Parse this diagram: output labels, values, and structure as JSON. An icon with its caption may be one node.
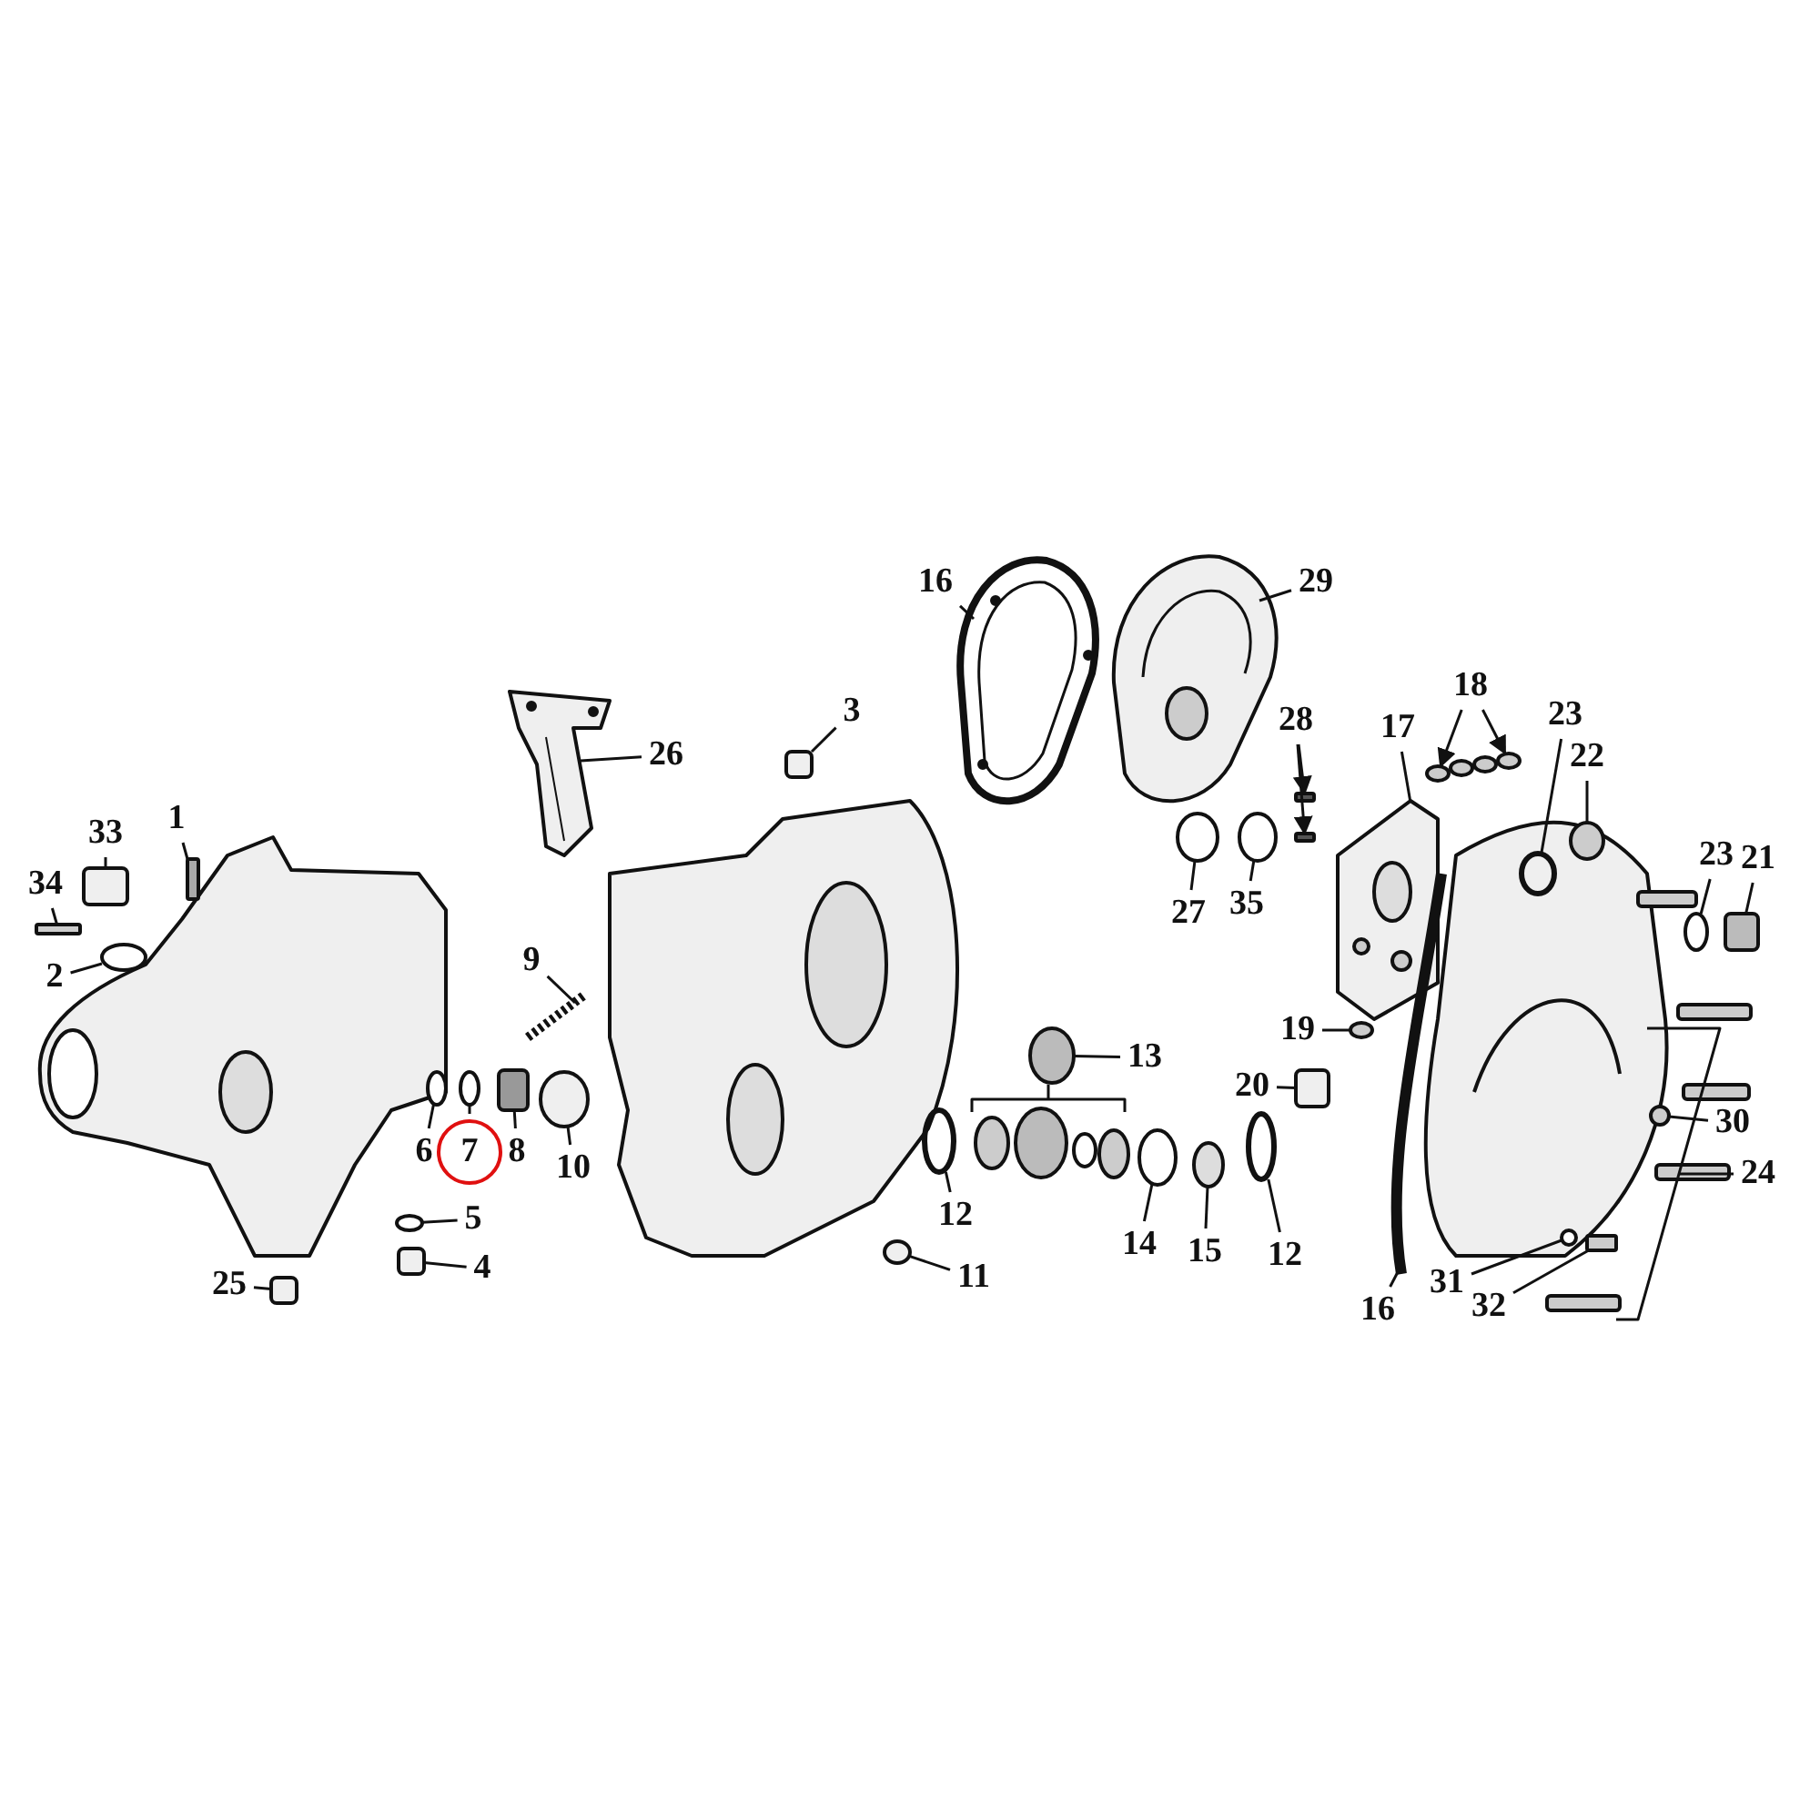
{
  "diagram": {
    "nodes": [
      {
        "text": [
          "16"
        ]
      },
      {
        "text": [
          "29"
        ]
      },
      {
        "text": [
          "18"
        ]
      },
      {
        "text": [
          "3"
        ]
      },
      {
        "text": [
          "28"
        ]
      },
      {
        "text": [
          "17"
        ]
      },
      {
        "text": [
          "23"
        ]
      },
      {
        "text": [
          "26"
        ]
      },
      {
        "text": [
          "22"
        ]
      },
      {
        "text": [
          "1"
        ]
      },
      {
        "text": [
          "33"
        ]
      },
      {
        "text": [
          "23"
        ]
      },
      {
        "text": [
          "21"
        ]
      },
      {
        "text": [
          "34"
        ]
      },
      {
        "text": [
          "27"
        ]
      },
      {
        "text": [
          "35"
        ]
      },
      {
        "text": [
          "9"
        ]
      },
      {
        "text": [
          "2"
        ]
      },
      {
        "text": [
          "19"
        ]
      },
      {
        "text": [
          "13"
        ]
      },
      {
        "text": [
          "20"
        ]
      },
      {
        "text": [
          "30"
        ]
      },
      {
        "text": [
          "6"
        ]
      },
      {
        "text": [
          "7"
        ]
      },
      {
        "text": [
          "8"
        ]
      },
      {
        "text": [
          "10"
        ]
      },
      {
        "text": [
          "24"
        ]
      },
      {
        "text": [
          "12"
        ]
      },
      {
        "text": [
          "5"
        ]
      },
      {
        "text": [
          "14"
        ]
      },
      {
        "text": [
          "15"
        ]
      },
      {
        "text": [
          "12"
        ]
      },
      {
        "text": [
          "4"
        ]
      },
      {
        "text": [
          "11"
        ]
      },
      {
        "text": [
          "31"
        ]
      },
      {
        "text": [
          "25"
        ]
      },
      {
        "text": [
          "32"
        ]
      },
      {
        "text": [
          "16"
        ]
      },
      {
        "text": [],
        "shape": "bar"
      },
      {
        "text": [],
        "shape": "box"
      },
      {
        "text": [],
        "shape": "circle"
      },
      {
        "text": [],
        "shape": "bar"
      },
      {
        "text": [],
        "shape": "box"
      },
      {
        "text": [],
        "shape": "circle"
      },
      {
        "text": [],
        "shape": "box"
      },
      {
        "text": [],
        "shape": "circle"
      },
      {
        "text": [],
        "shape": "circle"
      },
      {
        "text": [],
        "shape": "box"
      },
      {
        "text": [],
        "shape": "picture"
      },
      {
        "text": [],
        "shape": "picture"
      },
      {
        "text": [],
        "shape": "circle"
      },
      {
        "text": [],
        "shape": "box"
      },
      {
        "text": [],
        "shape": "circle"
      },
      {
        "text": [],
        "shape": "circle"
      },
      {
        "text": [],
        "shape": "picture"
      },
      {
        "text": [],
        "shape": "picture"
      },
      {
        "text": [],
        "shape": "circle"
      },
      {
        "text": [],
        "shape": "circle"
      },
      {
        "text": [],
        "shape": "circle"
      },
      {
        "text": [],
        "shape": "circle"
      },
      {
        "text": [],
        "shape": "circle"
      },
      {
        "text": [],
        "shape": "circle"
      },
      {
        "text": [],
        "shape": "bar"
      },
      {
        "text": [],
        "shape": "bar"
      },
      {
        "text": [],
        "shape": "box"
      },
      {
        "text": [],
        "shape": "picture"
      },
      {
        "text": [],
        "shape": "circle"
      },
      {
        "text": [],
        "shape": "picture"
      },
      {
        "text": [],
        "shape": "circle"
      },
      {
        "text": [],
        "shape": "circle"
      },
      {
        "text": [],
        "shape": "circle"
      },
      {
        "text": [],
        "shape": "circle"
      },
      {
        "text": [],
        "shape": "circle"
      },
      {
        "text": [],
        "shape": "bar"
      },
      {
        "text": [],
        "shape": "circle"
      },
      {
        "text": [],
        "shape": "circle"
      },
      {
        "text": [],
        "shape": "box"
      }
    ],
    "edges": [
      {
        "from": 0,
        "to": 54,
        "arrow": "none"
      },
      {
        "from": 1,
        "to": 55,
        "arrow": "none"
      },
      {
        "from": 2,
        "to": 68,
        "arrow": "to"
      },
      {
        "from": 2,
        "to": 69,
        "arrow": "to"
      },
      {
        "from": 3,
        "to": 51,
        "arrow": "none"
      },
      {
        "from": 4,
        "to": 62,
        "arrow": "to"
      },
      {
        "from": 4,
        "to": 63,
        "arrow": "to"
      },
      {
        "from": 5,
        "to": 65,
        "arrow": "none"
      },
      {
        "from": 6,
        "to": 70,
        "arrow": "none"
      },
      {
        "from": 7,
        "to": 48,
        "arrow": "none"
      },
      {
        "from": 8,
        "to": 71,
        "arrow": "none"
      },
      {
        "from": 9,
        "to": 41,
        "arrow": "none"
      },
      {
        "from": 10,
        "to": 39,
        "arrow": "none"
      },
      {
        "from": 11,
        "to": 75,
        "arrow": "none"
      },
      {
        "from": 12,
        "to": 76,
        "arrow": "none"
      },
      {
        "from": 13,
        "to": 38,
        "arrow": "none"
      },
      {
        "from": 14,
        "to": 58,
        "arrow": "none"
      },
      {
        "from": 15,
        "to": 60,
        "arrow": "none"
      },
      {
        "from": 16,
        "to": 49,
        "arrow": "none"
      },
      {
        "from": 17,
        "to": 40,
        "arrow": "none"
      },
      {
        "from": 18,
        "to": 66,
        "arrow": "none"
      },
      {
        "from": 19,
        "to": 56,
        "arrow": "none"
      },
      {
        "from": 20,
        "to": 64,
        "arrow": "none"
      },
      {
        "from": 21,
        "to": 74,
        "arrow": "none"
      },
      {
        "from": 22,
        "to": 45,
        "arrow": "none"
      },
      {
        "from": 23,
        "to": 46,
        "arrow": "none"
      },
      {
        "from": 24,
        "to": 47,
        "arrow": "none"
      },
      {
        "from": 25,
        "to": 50,
        "arrow": "none"
      },
      {
        "from": 26,
        "to": null,
        "arrow": "none"
      },
      {
        "from": 27,
        "to": 53,
        "arrow": "none"
      },
      {
        "from": 28,
        "to": 43,
        "arrow": "none"
      },
      {
        "from": 29,
        "to": 57,
        "arrow": "none"
      },
      {
        "from": 30,
        "to": 59,
        "arrow": "none"
      },
      {
        "from": 31,
        "to": 61,
        "arrow": "none"
      },
      {
        "from": 32,
        "to": 44,
        "arrow": "none"
      },
      {
        "from": 33,
        "to": 52,
        "arrow": "none"
      },
      {
        "from": 34,
        "to": 72,
        "arrow": "none"
      },
      {
        "from": 35,
        "to": 42,
        "arrow": "none"
      },
      {
        "from": 36,
        "to": 73,
        "arrow": "none"
      },
      {
        "from": 37,
        "to": 67,
        "arrow": "none"
      }
    ]
  }
}
